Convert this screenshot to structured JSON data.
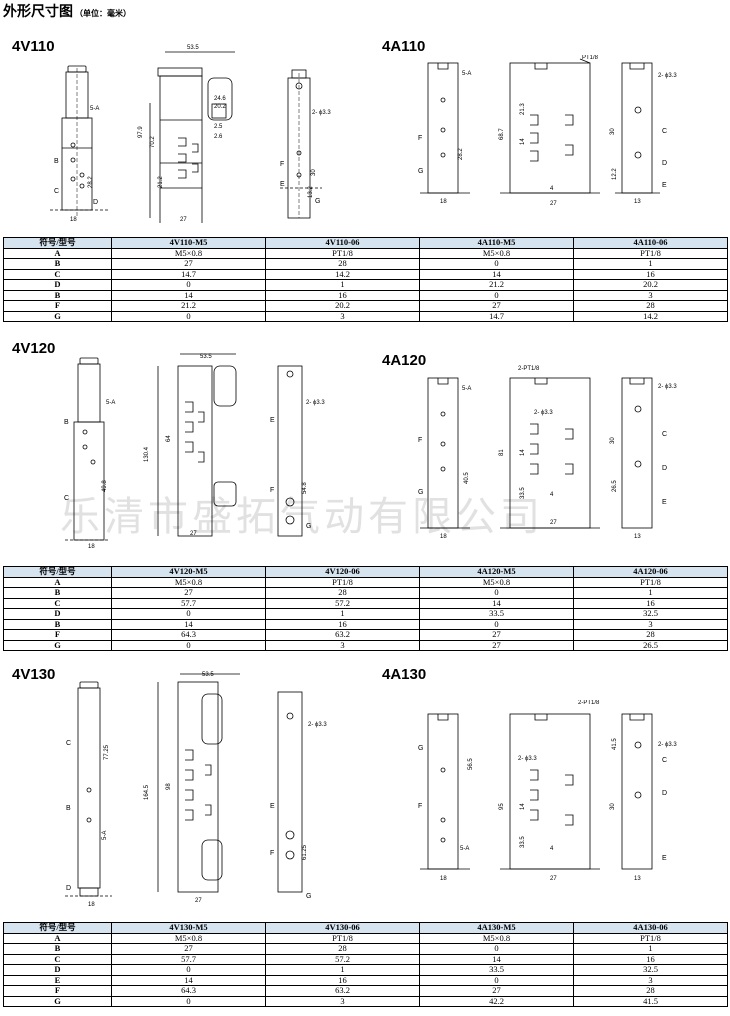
{
  "title": "外形尺寸图",
  "unit": "（单位：毫米）",
  "watermark": "乐清市盛拓气动有限公司",
  "columns": [
    "符号/型号"
  ],
  "sections": [
    {
      "left_model": "4V110",
      "right_model": "4A110",
      "dims": {
        "top_width": "53.5",
        "height": "97.9",
        "h2": "70.2",
        "h3": "21.2",
        "d1": "2.5",
        "d2": "2.6",
        "d3": "24.6",
        "d4": "20.2",
        "holes": "2- ϕ3.3",
        "port": "5-A",
        "c1": "28.2",
        "c2": "13.2",
        "w1": "18",
        "w2": "27",
        "w3": "4",
        "w4": "10.8",
        "ra": "PT1/8",
        "rb": "2- ϕ3.3",
        "rc": "68.7",
        "rd": "21.3",
        "re": "28.2",
        "rf": "30",
        "rg": "12.2",
        "rh": "18",
        "ri": "4",
        "rj": "27",
        "rk": "13",
        "rl": "14"
      },
      "table": {
        "headers": [
          "符号/型号",
          "4V110-M5",
          "4V110-06",
          "4A110-M5",
          "4A110-06"
        ],
        "rows": [
          [
            "A",
            "M5×0.8",
            "PT1/8",
            "M5×0.8",
            "PT1/8"
          ],
          [
            "B",
            "27",
            "28",
            "0",
            "1"
          ],
          [
            "C",
            "14.7",
            "14.2",
            "14",
            "16"
          ],
          [
            "D",
            "0",
            "1",
            "21.2",
            "20.2"
          ],
          [
            "B",
            "14",
            "16",
            "0",
            "3"
          ],
          [
            "F",
            "21.2",
            "20.2",
            "27",
            "28"
          ],
          [
            "G",
            "0",
            "3",
            "14.7",
            "14.2"
          ]
        ]
      }
    },
    {
      "left_model": "4V120",
      "right_model": "4A120",
      "dims": {
        "top_width": "53.5",
        "height": "130.4",
        "h2": "64",
        "holes": "2- ϕ3.3",
        "port": "5-A",
        "c1": "49.8",
        "c2": "54.8",
        "w1": "18",
        "w2": "27",
        "ra": "2-PT1/8",
        "rb": "2- ϕ3.3",
        "rc": "81",
        "rd": "33.5",
        "re": "40.5",
        "rf": "30",
        "rg": "26.5",
        "rh": "18",
        "ri": "4",
        "rj": "27",
        "rk": "13",
        "rl": "14"
      },
      "table": {
        "headers": [
          "符号/型号",
          "4V120-M5",
          "4V120-06",
          "4A120-M5",
          "4A120-06"
        ],
        "rows": [
          [
            "A",
            "M5×0.8",
            "PT1/8",
            "M5×0.8",
            "PT1/8"
          ],
          [
            "B",
            "27",
            "28",
            "0",
            "1"
          ],
          [
            "C",
            "57.7",
            "57.2",
            "14",
            "16"
          ],
          [
            "D",
            "0",
            "1",
            "33.5",
            "32.5"
          ],
          [
            "B",
            "14",
            "16",
            "0",
            "3"
          ],
          [
            "F",
            "64.3",
            "63.2",
            "27",
            "28"
          ],
          [
            "G",
            "0",
            "3",
            "27",
            "26.5"
          ]
        ]
      }
    },
    {
      "left_model": "4V130",
      "right_model": "4A130",
      "dims": {
        "top_width": "53.5",
        "height": "164.5",
        "h2": "98",
        "holes": "2- ϕ3.3",
        "port": "5-A",
        "c1": "77.25",
        "c2": "61.25",
        "w1": "18",
        "w2": "27",
        "ra": "2-PT1/8",
        "rb": "2- ϕ3.3",
        "rc": "95",
        "rd": "33.5",
        "re": "56.5",
        "rf": "30",
        "rg": "41.5",
        "rh": "18",
        "ri": "4",
        "rj": "27",
        "rk": "13",
        "rl": "14"
      },
      "table": {
        "headers": [
          "符号/型号",
          "4V130-M5",
          "4V130-06",
          "4A130-M5",
          "4A130-06"
        ],
        "rows": [
          [
            "A",
            "M5×0.8",
            "PT1/8",
            "M5×0.8",
            "PT1/8"
          ],
          [
            "B",
            "27",
            "28",
            "0",
            "1"
          ],
          [
            "C",
            "57.7",
            "57.2",
            "14",
            "16"
          ],
          [
            "D",
            "0",
            "1",
            "33.5",
            "32.5"
          ],
          [
            "E",
            "14",
            "16",
            "0",
            "3"
          ],
          [
            "F",
            "64.3",
            "63.2",
            "27",
            "28"
          ],
          [
            "G",
            "0",
            "3",
            "42.2",
            "41.5"
          ]
        ]
      }
    }
  ]
}
